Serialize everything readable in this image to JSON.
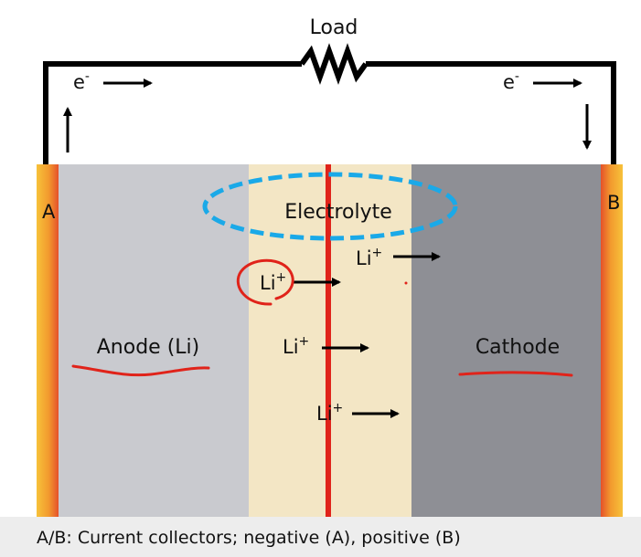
{
  "diagram": {
    "load_label": "Load",
    "electron_label": "e",
    "electron_sup": "-",
    "terminal_a": "A",
    "terminal_b": "B",
    "electrolyte_label": "Electrolyte",
    "anode_label": "Anode (Li)",
    "cathode_label": "Cathode",
    "ion_label": "Li",
    "ion_sup": "+",
    "caption": "A/B: Current collectors; negative (A), positive (B)"
  },
  "colors": {
    "anode": "#c8c9ce",
    "electrolyte": "#f3e6c4",
    "cathode": "#8e8f94",
    "separator": "#e0231a",
    "collector_outer": "#f7b731",
    "collector_inner": "#e8552a",
    "wire": "#000000",
    "highlight_dashed": "#1aa9e8",
    "annotation_red": "#e0231a",
    "footer_band": "#e6e6e6"
  }
}
